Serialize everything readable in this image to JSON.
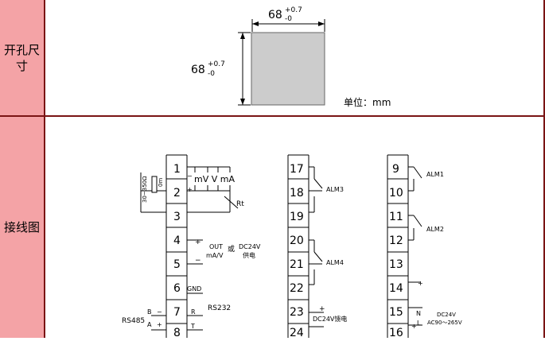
{
  "rows": {
    "cutout_label": "开孔尺\n寸",
    "wiring_label": "接线图"
  },
  "cutout": {
    "width_base": "68",
    "tol_plus": "+0.7",
    "tol_minus": "-0",
    "height_base": "68",
    "unit_label": "单位：mm"
  },
  "block1": {
    "terminals": [
      "1",
      "2",
      "3",
      "4",
      "5",
      "6",
      "7",
      "8"
    ],
    "rt_range": "30~350Ω",
    "ohm_label": "0m",
    "input_types": "mV V mA",
    "rt_label": "Rt",
    "plus": "+",
    "minus": "−",
    "out_label": "OUT",
    "out_units": "mA/V",
    "or_label": "或",
    "dc24v": "DC24V",
    "supply": "供电",
    "gnd": "GND",
    "rs232": "RS232",
    "r_label": "R",
    "t_label": "T",
    "rs485": "RS485",
    "b_label": "B",
    "a_label": "A"
  },
  "block2": {
    "terminals": [
      "17",
      "18",
      "19",
      "20",
      "21",
      "22",
      "23",
      "24"
    ],
    "alm3": "ALM3",
    "alm4": "ALM4",
    "dc24v_supply": "DC24V馈电",
    "plus": "+"
  },
  "block3": {
    "terminals": [
      "9",
      "10",
      "11",
      "12",
      "13",
      "14",
      "15",
      "16"
    ],
    "alm1": "ALM1",
    "alm2": "ALM2",
    "n_label": "N",
    "l_label": "L",
    "power_dc": "DC24V",
    "power_ac": "AC90～265V",
    "plus": "+"
  }
}
